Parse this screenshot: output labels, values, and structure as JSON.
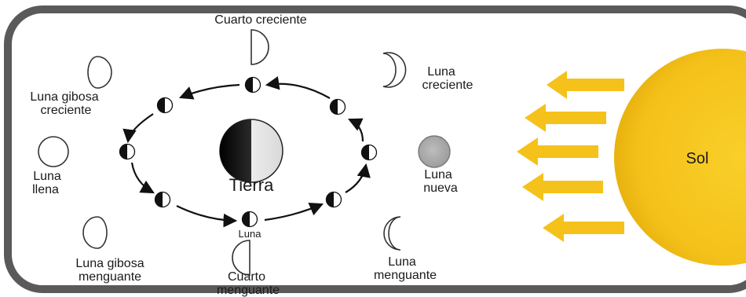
{
  "colors": {
    "frame": "#5a5a5a",
    "sun_fill": "#f6c519",
    "sun_edge": "#e8b30e",
    "arrow_fill": "#f5c21b",
    "new_moon": "#a9a9a9",
    "moon_dark": "#111111",
    "moon_light": "#ffffff",
    "orbit": "#111111"
  },
  "labels": {
    "first_quarter": "Cuarto creciente",
    "waxing_crescent_1": "Luna",
    "waxing_crescent_2": "creciente",
    "waxing_gibbous_1": "Luna gibosa",
    "waxing_gibbous_2": "creciente",
    "full_moon_1": "Luna",
    "full_moon_2": "llena",
    "new_moon_1": "Luna",
    "new_moon_2": "nueva",
    "waning_gibbous_1": "Luna gibosa",
    "waning_gibbous_2": "menguante",
    "last_quarter_1": "Cuarto",
    "last_quarter_2": "menguante",
    "waning_crescent_1": "Luna",
    "waning_crescent_2": "menguante",
    "earth": "Tierra",
    "moon_orbit": "Luna",
    "sun": "Sol"
  },
  "icons": {
    "earth": "earth-icon",
    "sun": "sun-icon",
    "sunlight_arrows": "sunlight-arrow-icon"
  }
}
